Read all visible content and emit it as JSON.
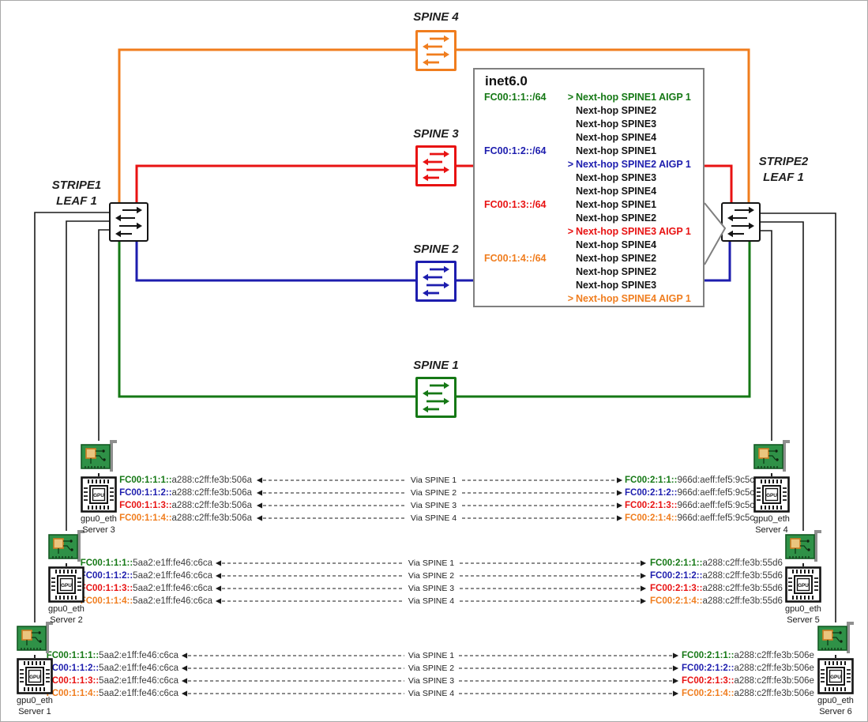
{
  "palette": {
    "green": "#157815",
    "blue": "#1d1dae",
    "red": "#e81212",
    "orange": "#f07d1e",
    "black": "#1a1a1a",
    "gray_border": "#7f7f7f",
    "suffix_text": "#3c3c3c"
  },
  "icons": {
    "switch": "switch-arrows-icon",
    "nic": "nic-card-icon",
    "gpu": "gpu-chip-icon",
    "arrowhead": "dashed-arrowhead-icon"
  },
  "spines": [
    {
      "label": "SPINE 4",
      "color": "orange"
    },
    {
      "label": "SPINE 3",
      "color": "red"
    },
    {
      "label": "SPINE 2",
      "color": "blue"
    },
    {
      "label": "SPINE 1",
      "color": "green"
    }
  ],
  "leaves": {
    "left": {
      "label_line1": "STRIPE1",
      "label_line2": "LEAF 1"
    },
    "right": {
      "label_line1": "STRIPE2",
      "label_line2": "LEAF 1"
    }
  },
  "route_table": {
    "title": "inet6.0",
    "routes": [
      {
        "prefix": "FC00:1:1::/64",
        "color": "green",
        "hops": [
          {
            "sel": true,
            "text": "Next-hop SPINE1 AIGP 1",
            "color": "green"
          },
          {
            "sel": false,
            "text": "Next-hop SPINE2",
            "color": "black"
          },
          {
            "sel": false,
            "text": "Next-hop SPINE3",
            "color": "black"
          },
          {
            "sel": false,
            "text": "Next-hop SPINE4",
            "color": "black"
          }
        ]
      },
      {
        "prefix": "FC00:1:2::/64",
        "color": "blue",
        "hops": [
          {
            "sel": false,
            "text": "Next-hop SPINE1",
            "color": "black"
          },
          {
            "sel": true,
            "text": "Next-hop SPINE2 AIGP 1",
            "color": "blue"
          },
          {
            "sel": false,
            "text": "Next-hop SPINE3",
            "color": "black"
          },
          {
            "sel": false,
            "text": "Next-hop SPINE4",
            "color": "black"
          }
        ]
      },
      {
        "prefix": "FC00:1:3::/64",
        "color": "red",
        "hops": [
          {
            "sel": false,
            "text": "Next-hop SPINE1",
            "color": "black"
          },
          {
            "sel": false,
            "text": "Next-hop SPINE2",
            "color": "black"
          },
          {
            "sel": true,
            "text": "Next-hop SPINE3 AIGP 1",
            "color": "red"
          },
          {
            "sel": false,
            "text": "Next-hop SPINE4",
            "color": "black"
          }
        ]
      },
      {
        "prefix": "FC00:1:4::/64",
        "color": "orange",
        "hops": [
          {
            "sel": false,
            "text": "Next-hop SPINE2",
            "color": "black"
          },
          {
            "sel": false,
            "text": "Next-hop SPINE2",
            "color": "black"
          },
          {
            "sel": false,
            "text": "Next-hop SPINE3",
            "color": "black"
          },
          {
            "sel": true,
            "text": "Next-hop SPINE4 AIGP 1",
            "color": "orange"
          }
        ]
      }
    ]
  },
  "flows": [
    {
      "rows": [
        {
          "color": "green",
          "left_prefix": "FC00:1:1:1::",
          "left_suffix": "a288:c2ff:fe3b:506a",
          "via": "Via SPINE 1",
          "right_prefix": "FC00:2:1:1::",
          "right_suffix": "966d:aeff:fef5:9c5c"
        },
        {
          "color": "blue",
          "left_prefix": "FC00:1:1:2::",
          "left_suffix": "a288:c2ff:fe3b:506a",
          "via": "Via SPINE 2",
          "right_prefix": "FC00:2:1:2::",
          "right_suffix": "966d:aeff:fef5:9c5c"
        },
        {
          "color": "red",
          "left_prefix": "FC00:1:1:3::",
          "left_suffix": "a288:c2ff:fe3b:506a",
          "via": "Via SPINE 3",
          "right_prefix": "FC00:2:1:3::",
          "right_suffix": "966d:aeff:fef5:9c5c"
        },
        {
          "color": "orange",
          "left_prefix": "FC00:1:1:4::",
          "left_suffix": "a288:c2ff:fe3b:506a",
          "via": "Via SPINE 4",
          "right_prefix": "FC00:2:1:4::",
          "right_suffix": "966d:aeff:fef5:9c5c"
        }
      ]
    },
    {
      "rows": [
        {
          "color": "green",
          "left_prefix": "FC00:1:1:1::",
          "left_suffix": "5aa2:e1ff:fe46:c6ca",
          "via": "Via SPINE 1",
          "right_prefix": "FC00:2:1:1::",
          "right_suffix": "a288:c2ff:fe3b:55d6"
        },
        {
          "color": "blue",
          "left_prefix": "FC00:1:1:2::",
          "left_suffix": "5aa2:e1ff:fe46:c6ca",
          "via": "Via SPINE 2",
          "right_prefix": "FC00:2:1:2::",
          "right_suffix": "a288:c2ff:fe3b:55d6"
        },
        {
          "color": "red",
          "left_prefix": "FC00:1:1:3::",
          "left_suffix": "5aa2:e1ff:fe46:c6ca",
          "via": "Via SPINE 3",
          "right_prefix": "FC00:2:1:3::",
          "right_suffix": "a288:c2ff:fe3b:55d6"
        },
        {
          "color": "orange",
          "left_prefix": "FC00:1:1:4::",
          "left_suffix": "5aa2:e1ff:fe46:c6ca",
          "via": "Via SPINE 4",
          "right_prefix": "FC00:2:1:4::",
          "right_suffix": "a288:c2ff:fe3b:55d6"
        }
      ]
    },
    {
      "rows": [
        {
          "color": "green",
          "left_prefix": "FC00:1:1:1::",
          "left_suffix": "5aa2:e1ff:fe46:c6ca",
          "via": "Via SPINE 1",
          "right_prefix": "FC00:2:1:1::",
          "right_suffix": "a288:c2ff:fe3b:506e"
        },
        {
          "color": "blue",
          "left_prefix": "FC00:1:1:2::",
          "left_suffix": "5aa2:e1ff:fe46:c6ca",
          "via": "Via SPINE 2",
          "right_prefix": "FC00:2:1:2::",
          "right_suffix": "a288:c2ff:fe3b:506e"
        },
        {
          "color": "red",
          "left_prefix": "FC00:1:1:3::",
          "left_suffix": "5aa2:e1ff:fe46:c6ca",
          "via": "Via SPINE 3",
          "right_prefix": "FC00:2:1:3::",
          "right_suffix": "a288:c2ff:fe3b:506e"
        },
        {
          "color": "orange",
          "left_prefix": "FC00:1:1:4::",
          "left_suffix": "5aa2:e1ff:fe46:c6ca",
          "via": "Via SPINE 4",
          "right_prefix": "FC00:2:1:4::",
          "right_suffix": "a288:c2ff:fe3b:506e"
        }
      ]
    }
  ],
  "servers": [
    {
      "iface": "gpu0_eth",
      "name": "Server 1"
    },
    {
      "iface": "gpu0_eth",
      "name": "Server 2"
    },
    {
      "iface": "gpu0_eth",
      "name": "Server 3"
    },
    {
      "iface": "gpu0_eth",
      "name": "Server 4"
    },
    {
      "iface": "gpu0_eth",
      "name": "Server 5"
    },
    {
      "iface": "gpu0_eth",
      "name": "Server 6"
    }
  ]
}
